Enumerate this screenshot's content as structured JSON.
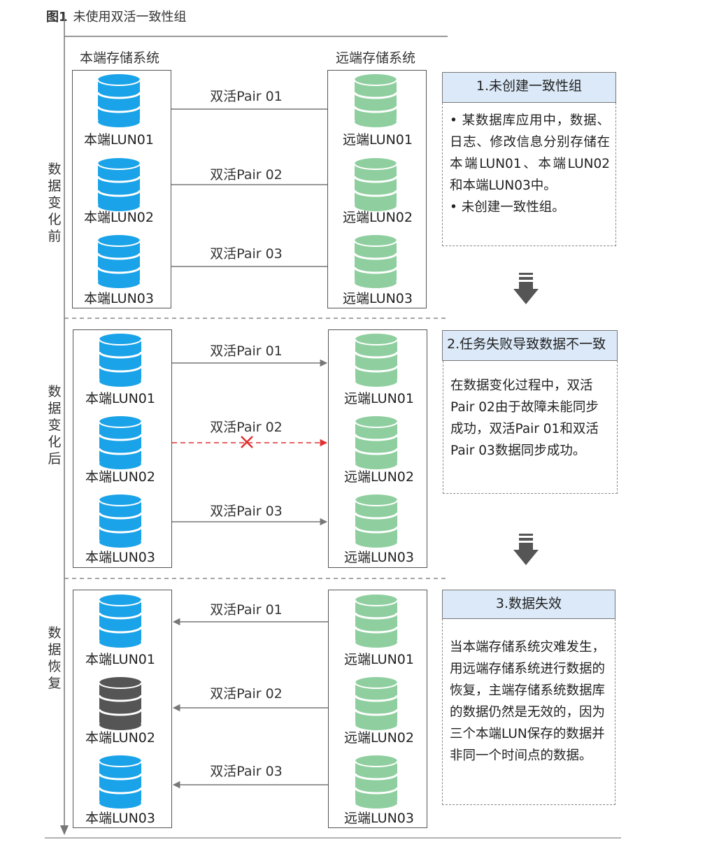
{
  "figure": {
    "number": "图1",
    "caption": "未使用双活一致性组"
  },
  "labels": {
    "local_system": "本端存储系统",
    "remote_system": "远端存储系统"
  },
  "phases": [
    {
      "label": "数据变化前",
      "local_luns": [
        "本端LUN01",
        "本端LUN02",
        "本端LUN03"
      ],
      "remote_luns": [
        "远端LUN01",
        "远端LUN02",
        "远端LUN03"
      ],
      "pairs": [
        "双活Pair 01",
        "双活Pair 02",
        "双活Pair 03"
      ],
      "note_title": "1.未创建一致性组",
      "note_items": [
        "某数据库应用中，数据、日志、修改信息分别存储在本端LUN01、本端LUN02和本端LUN03中。",
        "未创建一致性组。"
      ]
    },
    {
      "label": "数据变化后",
      "local_luns": [
        "本端LUN01",
        "本端LUN02",
        "本端LUN03"
      ],
      "remote_luns": [
        "远端LUN01",
        "远端LUN02",
        "远端LUN03"
      ],
      "pairs": [
        "双活Pair 01",
        "双活Pair 02",
        "双活Pair 03"
      ],
      "note_title": "2.任务失败导致数据不一致",
      "note_text": "在数据变化过程中，双活Pair 02由于故障未能同步成功，双活Pair 01和双活Pair 03数据同步成功。"
    },
    {
      "label": "数据恢复",
      "local_luns": [
        "本端LUN01",
        "本端LUN02",
        "本端LUN03"
      ],
      "remote_luns": [
        "远端LUN01",
        "远端LUN02",
        "远端LUN03"
      ],
      "pairs": [
        "双活Pair 01",
        "双活Pair 02",
        "双活Pair 03"
      ],
      "note_title": "3.数据失效",
      "note_text": "当本端存储系统灾难发生，用远端存储系统进行数据的恢复，主端存储系统数据库的数据仍然是无效的，因为三个本端LUN保存的数据并非同一个时间点的数据。"
    }
  ],
  "colors": {
    "local_disk": "#1aa3e8",
    "remote_disk": "#8fcf9f",
    "failed_disk": "#555555",
    "failed_link": "#e03030",
    "note_header_bg": "#dbe9f8",
    "line": "#777777"
  }
}
